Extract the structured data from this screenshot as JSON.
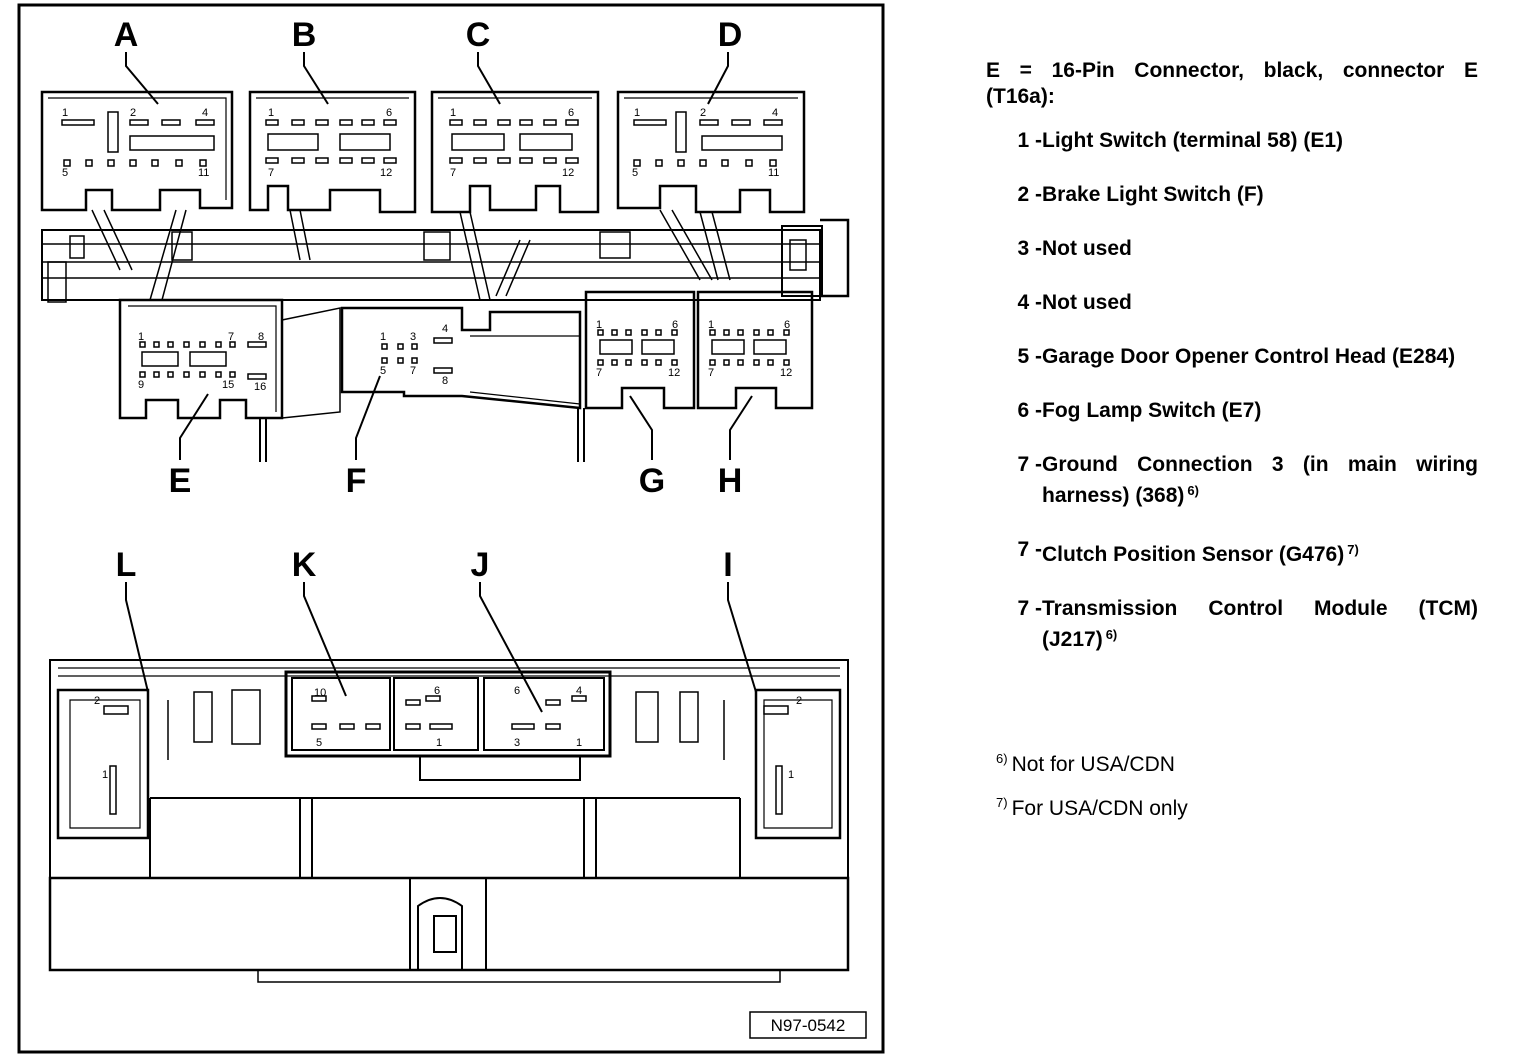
{
  "diagram": {
    "connector_letters": {
      "A": "A",
      "B": "B",
      "C": "C",
      "D": "D",
      "E": "E",
      "F": "F",
      "G": "G",
      "H": "H",
      "I": "I",
      "J": "J",
      "K": "K",
      "L": "L"
    },
    "pins": {
      "a": [
        "1",
        "2",
        "4",
        "5",
        "11"
      ],
      "b": [
        "1",
        "6",
        "7",
        "12"
      ],
      "c": [
        "1",
        "6",
        "7",
        "12"
      ],
      "d": [
        "1",
        "2",
        "4",
        "5",
        "11"
      ],
      "e": [
        "1",
        "7",
        "8",
        "9",
        "15",
        "16"
      ],
      "f": [
        "1",
        "3",
        "4",
        "5",
        "7",
        "8"
      ],
      "g": [
        "1",
        "6",
        "7",
        "12"
      ],
      "h": [
        "1",
        "6",
        "7",
        "12"
      ],
      "i": [
        "2",
        "1"
      ],
      "j": [
        "6",
        "4",
        "3",
        "1"
      ],
      "k": [
        "10",
        "6",
        "5",
        "1"
      ],
      "l": [
        "2",
        "1"
      ]
    },
    "reference": "N97-0542"
  },
  "legend": {
    "title_line1": "E = 16-Pin Connector, black, connector E",
    "title_line2": "(T16a):",
    "items": [
      {
        "num": "1 -",
        "text": "Light Switch (terminal 58) (E1)",
        "sup": ""
      },
      {
        "num": "2 -",
        "text": "Brake Light Switch (F)",
        "sup": ""
      },
      {
        "num": "3 -",
        "text": "Not used",
        "sup": ""
      },
      {
        "num": "4 -",
        "text": "Not used",
        "sup": ""
      },
      {
        "num": "5 -",
        "text": "Garage Door Opener Control Head (E284)",
        "sup": ""
      },
      {
        "num": "6 -",
        "text": "Fog Lamp Switch (E7)",
        "sup": ""
      },
      {
        "num": "7 -",
        "text": "Ground Connection 3 (in main wiring harness) (368)",
        "sup": "6)"
      },
      {
        "num": "7 -",
        "text": "Clutch Position Sensor (G476)",
        "sup": "7)"
      },
      {
        "num": "7 -",
        "text": "Transmission Control Module (TCM) (J217)",
        "sup": "6)"
      }
    ],
    "footnotes": [
      {
        "mark": "6)",
        "text": "Not for USA/CDN"
      },
      {
        "mark": "7)",
        "text": "For USA/CDN only"
      }
    ]
  }
}
